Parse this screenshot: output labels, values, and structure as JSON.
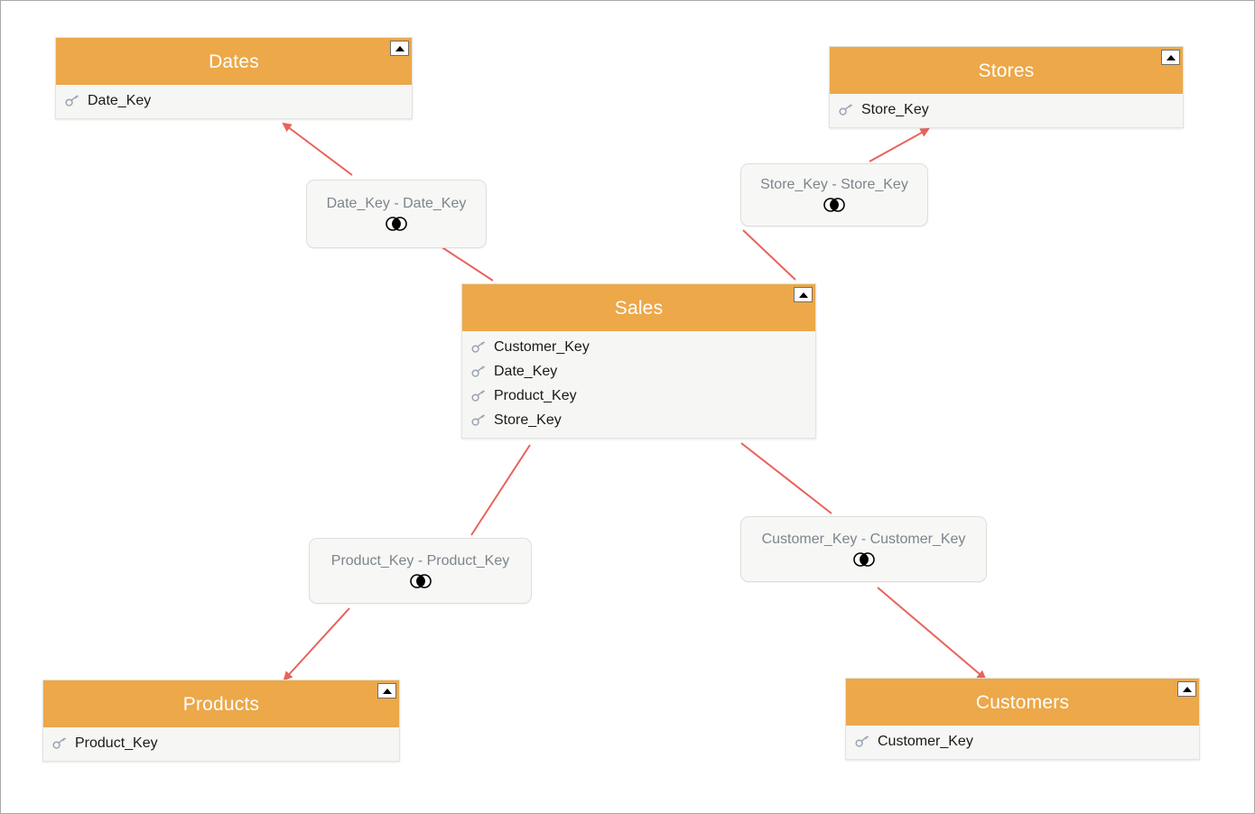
{
  "diagram": {
    "type": "entity-relationship-star-schema",
    "canvas_background": "#ffffff",
    "header_color": "#eca849",
    "body_color": "#f6f6f4",
    "connector_color": "#e8635c",
    "label_text_color": "#7c858d",
    "tables": [
      {
        "id": "dates",
        "name": "Dates",
        "collapse_icon": "triangle-up-icon",
        "fields": [
          {
            "name": "Date_Key",
            "icon": "key-icon"
          }
        ]
      },
      {
        "id": "stores",
        "name": "Stores",
        "collapse_icon": "triangle-up-icon",
        "fields": [
          {
            "name": "Store_Key",
            "icon": "key-icon"
          }
        ]
      },
      {
        "id": "sales",
        "name": "Sales",
        "collapse_icon": "triangle-up-icon",
        "fields": [
          {
            "name": "Customer_Key",
            "icon": "key-icon"
          },
          {
            "name": "Date_Key",
            "icon": "key-icon"
          },
          {
            "name": "Product_Key",
            "icon": "key-icon"
          },
          {
            "name": "Store_Key",
            "icon": "key-icon"
          }
        ]
      },
      {
        "id": "products",
        "name": "Products",
        "collapse_icon": "triangle-up-icon",
        "fields": [
          {
            "name": "Product_Key",
            "icon": "key-icon"
          }
        ]
      },
      {
        "id": "customers",
        "name": "Customers",
        "collapse_icon": "triangle-up-icon",
        "fields": [
          {
            "name": "Customer_Key",
            "icon": "key-icon"
          }
        ]
      }
    ],
    "relationships": [
      {
        "id": "sales-dates",
        "label": "Date_Key - Date_Key",
        "join_icon": "inner-join-venn-icon",
        "from": "Sales",
        "to": "Dates"
      },
      {
        "id": "sales-stores",
        "label": "Store_Key - Store_Key",
        "join_icon": "inner-join-venn-icon",
        "from": "Sales",
        "to": "Stores"
      },
      {
        "id": "sales-products",
        "label": "Product_Key - Product_Key",
        "join_icon": "inner-join-venn-icon",
        "from": "Sales",
        "to": "Products"
      },
      {
        "id": "sales-customers",
        "label": "Customer_Key - Customer_Key",
        "join_icon": "inner-join-venn-icon",
        "from": "Sales",
        "to": "Customers"
      }
    ]
  }
}
